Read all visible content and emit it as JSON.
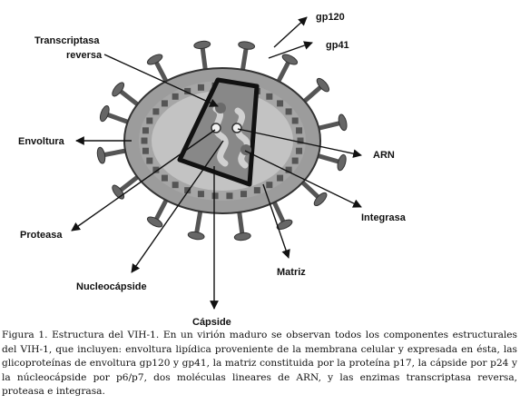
{
  "labels": {
    "transcriptasa_1": "Transcriptasa",
    "transcriptasa_2": "reversa",
    "gp120": "gp120",
    "gp41": "gp41",
    "envoltura": "Envoltura",
    "arn": "ARN",
    "integrasa": "Integrasa",
    "proteasa": "Proteasa",
    "matriz": "Matriz",
    "nucleocapside": "Nucleocápside",
    "capside": "Cápside"
  },
  "caption": "Figura 1. Estructura del VIH-1. En un virión maduro se observan todos los componentes estructurales del VIH-1, que incluyen: envoltura lipídica proveniente de la membrana celular y expresada en ésta, las glicoproteínas de envoltura gp120 y gp41, la matriz constituida por la proteína p17, la cápside por p24 y la núcleocápside por p6/p7, dos moléculas lineares de ARN, y las enzimas transcriptasa reversa, proteasa e integrasa."
}
